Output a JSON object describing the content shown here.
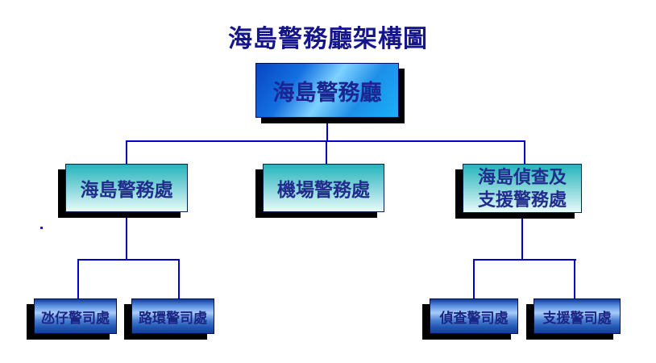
{
  "title": "海島警務廳架構圖",
  "org": {
    "root": {
      "label": "海島警務廳"
    },
    "departments": [
      {
        "label": "海島警務處"
      },
      {
        "label": "機場警務處"
      },
      {
        "label": "海島偵查及支援警務處",
        "line1": "海島偵查及",
        "line2": "支援警務處"
      }
    ],
    "subunits": [
      {
        "label": "氹仔警司處",
        "parent": "海島警務處"
      },
      {
        "label": "路環警司處",
        "parent": "海島警務處"
      },
      {
        "label": "偵查警司處",
        "parent": "海島偵查及支援警務處"
      },
      {
        "label": "支援警司處",
        "parent": "海島偵查及支援警務處"
      }
    ]
  },
  "colors": {
    "connector": "#0000cc",
    "title_text": "#16168c",
    "box_text": "#222c8c",
    "shadow": "#000000",
    "root_box_gradient": [
      "#0845c0",
      "#7ed2ff",
      "#18b2f8"
    ],
    "dept_box_gradient": [
      "#25b4bc",
      "#e9fbfa"
    ],
    "sub_box_gradient": [
      "#0e3a9a",
      "#a8ccf8",
      "#123f9c"
    ]
  }
}
